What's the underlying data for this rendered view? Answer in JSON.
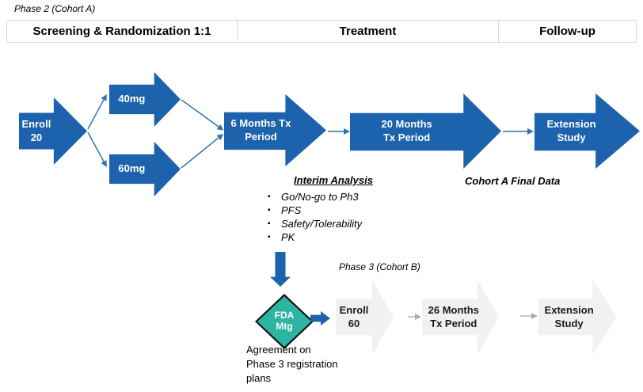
{
  "cohort_a": {
    "phase_label": "Phase 2 (Cohort A)",
    "final_data_label": "Cohort A Final Data",
    "arrows": {
      "enroll": "Enroll\n20",
      "dose_40": "40mg",
      "dose_60": "60mg",
      "tx6": "6 Months Tx\nPeriod",
      "tx20": "20 Months\nTx Period",
      "extension": "Extension\nStudy"
    }
  },
  "header": {
    "screening": "Screening & Randomization 1:1",
    "treatment": "Treatment",
    "followup": "Follow-up"
  },
  "interim": {
    "title": "Interim Analysis",
    "items": [
      "Go/No-go to Ph3",
      "PFS",
      "Safety/Tolerability",
      "PK"
    ]
  },
  "fda": {
    "diamond_label": "FDA\nMtg",
    "note": "Agreement on\nPhase 3 registration\nplans"
  },
  "cohort_b": {
    "phase_label": "Phase 3 (Cohort B)",
    "arrows": {
      "enroll": "Enroll\n60",
      "tx26": "26 Months\nTx Period",
      "extension": "Extension\nStudy"
    }
  },
  "colors": {
    "arrow_blue": "#1c62ac",
    "connector_blue": "#2e74b5",
    "diamond_teal": "#2bb5a2",
    "diamond_border": "#111111",
    "arrow_gray_fill": "#f1f1f2",
    "connector_gray": "#ababab",
    "header_border": "#d9d9d9"
  }
}
